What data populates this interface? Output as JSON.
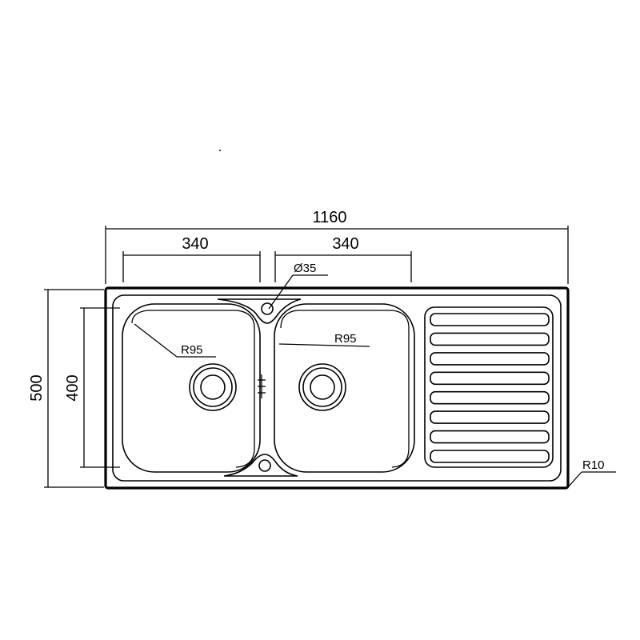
{
  "diagram": {
    "dimensions": {
      "overall_width": "1160",
      "bowl_left_width": "340",
      "bowl_right_width": "340",
      "overall_depth": "500",
      "bowl_depth": "400"
    },
    "labels": {
      "overflow_hole": "Ø35",
      "bowl_left_radius": "R95",
      "bowl_right_radius": "R95",
      "corner_radius": "R10"
    },
    "drainer_ribs": 8
  }
}
